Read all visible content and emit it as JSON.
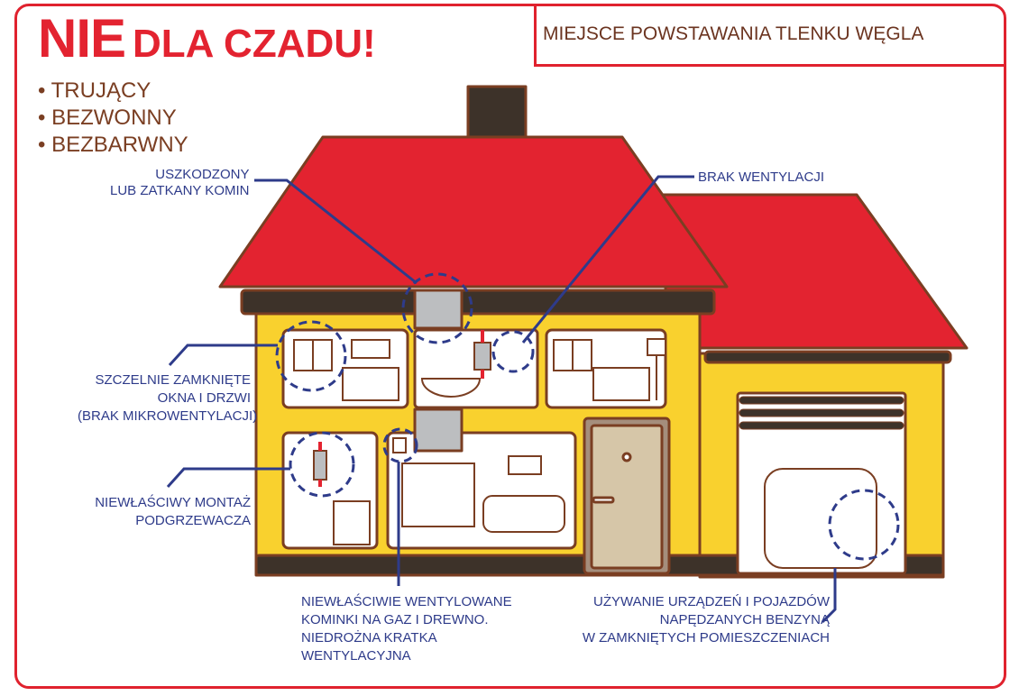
{
  "title": {
    "part1": "NIE",
    "part2": "DLA CZADU!"
  },
  "properties": [
    "TRUJĄCY",
    "BEZWONNY",
    "BEZBARWNY"
  ],
  "header": "MIEJSCE POWSTAWANIA TLENKU WĘGLA",
  "labels": {
    "chimney": [
      "USZKODZONY",
      "LUB ZATKANY KOMIN"
    ],
    "ventilation": "BRAK WENTYLACJI",
    "windows": [
      "SZCZELNIE ZAMKNIĘTE",
      "OKNA I DRZWI",
      "(BRAK MIKROWENTYLACJI)"
    ],
    "heater": [
      "NIEWŁAŚCIWY MONTAŻ",
      "PODGRZEWACZA"
    ],
    "fireplace": [
      "NIEWŁAŚCIWIE WENTYLOWANE",
      "KOMINKI NA GAZ I DREWNO.",
      "NIEDROŻNA KRATKA",
      "WENTYLACYJNA"
    ],
    "vehicles": [
      "UŻYWANIE URZĄDZEŃ I POJAZDÓW",
      "NAPĘDZANYCH BENZYNĄ",
      "W ZAMKNIĘTYCH POMIESZCZENIACH"
    ]
  },
  "colors": {
    "red": "#e32330",
    "yellow": "#f9d12e",
    "dark": "#3d3229",
    "outline": "#7a3e22",
    "callout": "#2e3b8a",
    "gray": "#bcbec0",
    "door": "#d6c6a8"
  }
}
